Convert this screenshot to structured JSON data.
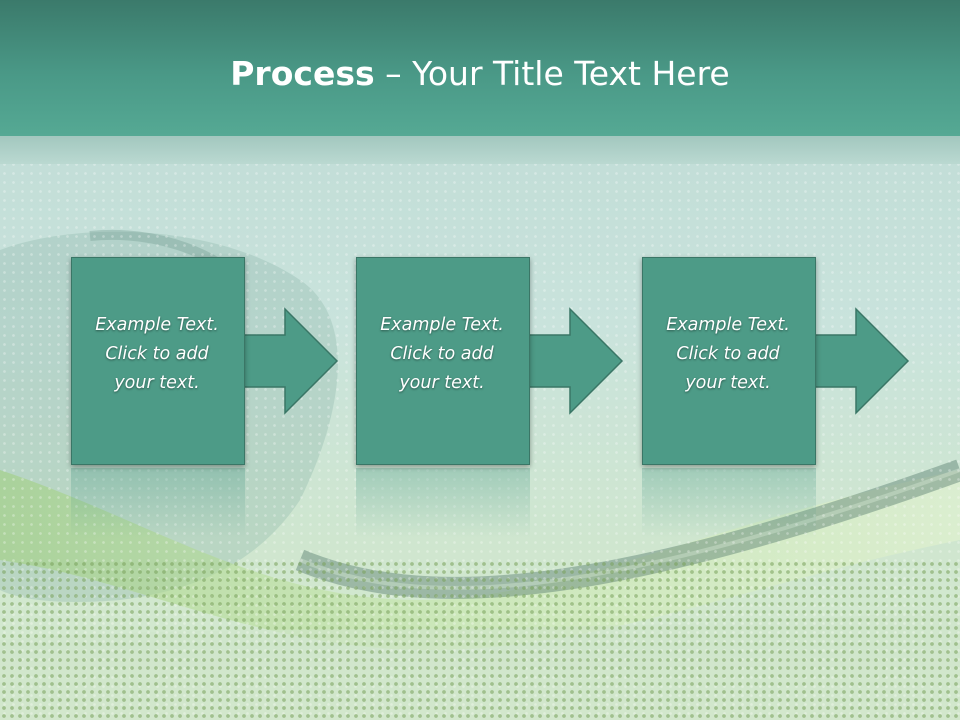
{
  "slide": {
    "title_bold": "Process",
    "title_rest": " – Your Title Text Here"
  },
  "steps": [
    {
      "line1": "Example Text.",
      "line2": "Click  to add",
      "line3": "your text."
    },
    {
      "line1": "Example Text.",
      "line2": "Click  to add",
      "line3": "your text."
    },
    {
      "line1": "Example Text.",
      "line2": "Click  to add",
      "line3": "your text."
    }
  ],
  "colors": {
    "header": "#4a9987",
    "box": "#4d9b87",
    "box_border": "#3a7666",
    "text": "#ffffff"
  },
  "icons": {
    "step_connector": "right-arrow-icon"
  }
}
